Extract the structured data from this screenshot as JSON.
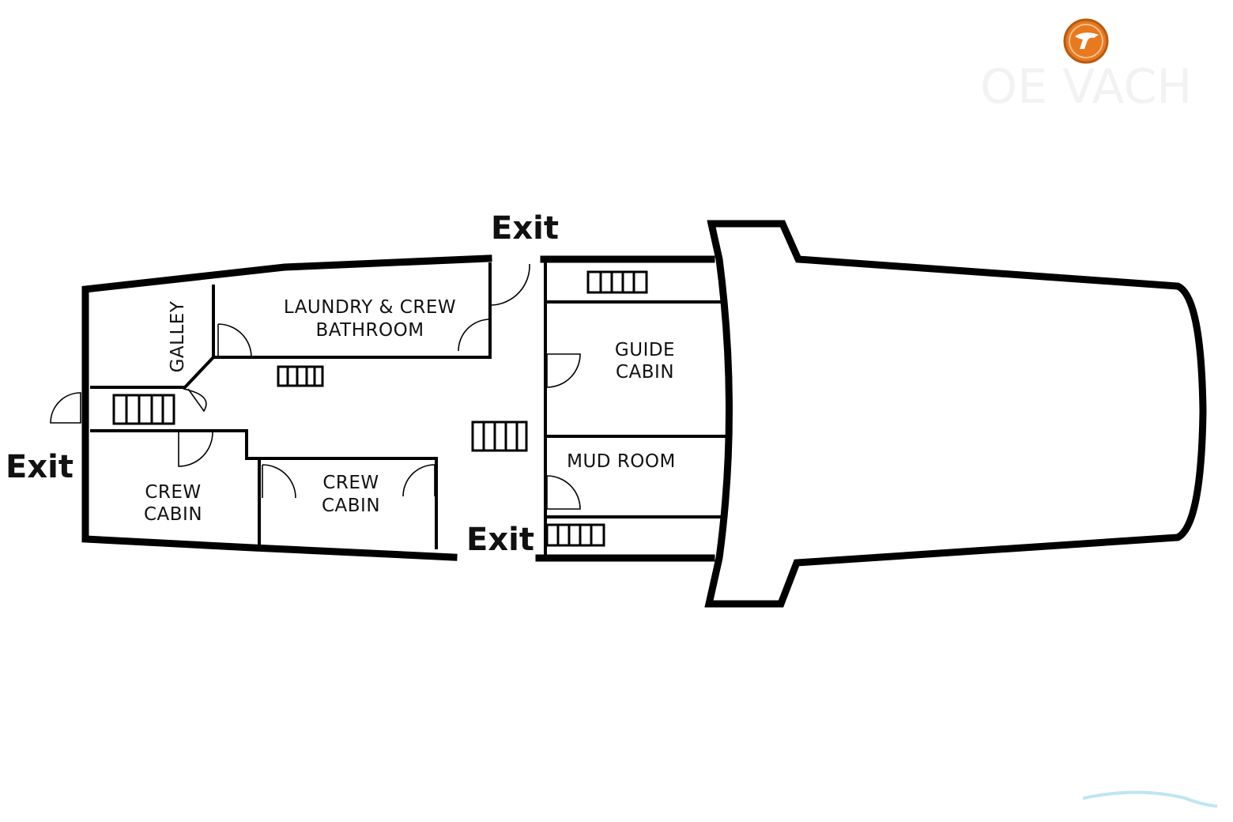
{
  "brand": {
    "logo_name": "yacht-broker-logo",
    "logo_color": "#e8791e"
  },
  "exits": [
    "Exit",
    "Exit",
    "Exit"
  ],
  "rooms": {
    "laundry": [
      "LAUNDRY & CREW",
      "BATHROOM"
    ],
    "galley": "GALLEY",
    "crew_cabin_1": [
      "CREW",
      "CABIN"
    ],
    "crew_cabin_2": [
      "CREW",
      "CABIN"
    ],
    "guide_cabin": [
      "GUIDE",
      "CABIN"
    ],
    "mud_room": "MUD ROOM"
  }
}
